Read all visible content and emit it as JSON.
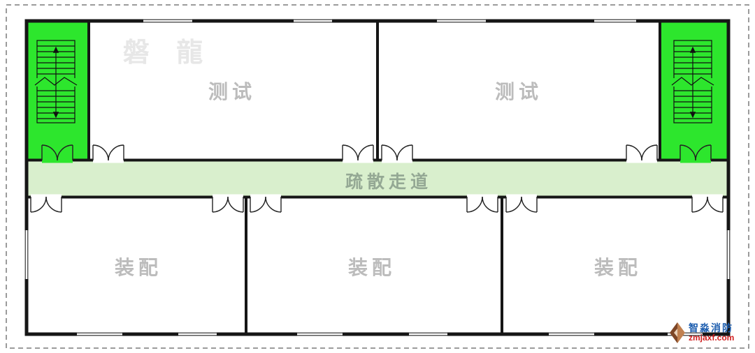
{
  "watermark": "磐 龍",
  "corridor": {
    "label": "疏散走道"
  },
  "rooms": {
    "test_left": {
      "label": "测试"
    },
    "test_right": {
      "label": "测试"
    },
    "assembly_left": {
      "label": "装配"
    },
    "assembly_center": {
      "label": "装配"
    },
    "assembly_right": {
      "label": "装配"
    }
  },
  "branding": {
    "company": "智淼消防",
    "website": "zmjaxf.com"
  },
  "icons": {
    "staircase_left": "staircase-with-up-down-arrows",
    "staircase_right": "staircase-with-up-down-arrows",
    "doors": "double-leaf-door-swing",
    "windows": "wall-window-symbol"
  },
  "colors": {
    "stairwell_green": "#2de62d",
    "corridor_green": "#d9efcd",
    "wall_black": "#161616",
    "room_label_gray": "#bcbcbc",
    "corridor_label_green_gray": "#94a894",
    "brand_blue": "#1b5cae",
    "brand_red": "#d02020",
    "watermark_gray": "#e7e7e7"
  }
}
